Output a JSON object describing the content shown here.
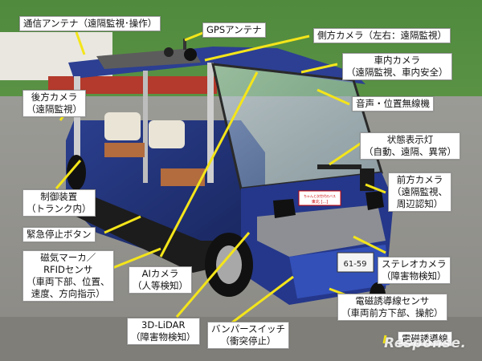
{
  "labels": {
    "comm_antenna": "通信アンテナ（遠隔監視･操作）",
    "gps_antenna": "GPSアンテナ",
    "side_camera": "側方カメラ（左右：遠隔監視）",
    "interior_camera_1": "車内カメラ",
    "interior_camera_2": "（遠隔監視、車内安全）",
    "rear_camera_1": "後方カメラ",
    "rear_camera_2": "（遠隔監視）",
    "voice_radio": "音声・位置無線機",
    "status_light_1": "状態表示灯",
    "status_light_2": "（自動、遠隔、異常）",
    "front_camera_1": "前方カメラ",
    "front_camera_2": "（遠隔監視、",
    "front_camera_3": "周辺認知）",
    "control_unit_1": "制御装置",
    "control_unit_2": "（トランク内）",
    "emergency_stop": "緊急停止ボタン",
    "magnetic_1": "磁気マーカ／",
    "magnetic_2": "RFIDセンサ",
    "magnetic_3": "（車両下部、位置、",
    "magnetic_4": "速度、方向指示）",
    "stereo_camera_1": "ステレオカメラ",
    "stereo_camera_2": "（障害物検知）",
    "ai_camera_1": "AIカメラ",
    "ai_camera_2": "（人等検知）",
    "induction_sensor_1": "電磁誘導線センサ",
    "induction_sensor_2": "（車両前方下部、操舵）",
    "lidar_1": "3D-LiDAR",
    "lidar_2": "（障害物検知）",
    "bumper_1": "バンパースイッチ",
    "bumper_2": "（衝突停止）",
    "guide_wire": "電磁誘導線"
  },
  "plate": {
    "line1": "ちゃんと次世代のバス",
    "line2": "東北 [...]"
  },
  "watermark": "Response."
}
